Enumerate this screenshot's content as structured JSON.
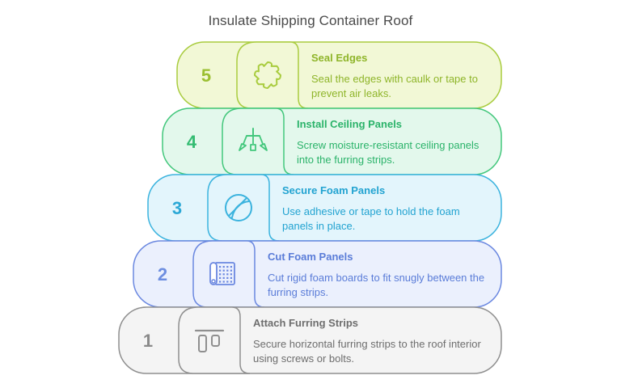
{
  "title": "Insulate Shipping Container Roof",
  "steps": [
    {
      "number": "1",
      "heading": "Attach Furring Strips",
      "desc": "Secure horizontal furring strips to the roof interior using screws or bolts.",
      "icon": "furring-strips-icon",
      "colors": {
        "fill": "#f4f4f4",
        "stroke": "#8f8f8f",
        "text": "#6e6e6e",
        "num": "#8a8a8a"
      }
    },
    {
      "number": "2",
      "heading": "Cut Foam Panels",
      "desc": "Cut rigid foam boards to fit snugly between the furring strips.",
      "icon": "foam-roll-icon",
      "colors": {
        "fill": "#ebf0fd",
        "stroke": "#6b88e0",
        "text": "#5a7cd8",
        "num": "#6e8ee0"
      }
    },
    {
      "number": "3",
      "heading": "Secure Foam Panels",
      "desc": "Use adhesive or tape to hold the foam panels in place.",
      "icon": "adhesive-tape-icon",
      "colors": {
        "fill": "#e3f5fc",
        "stroke": "#3bb3de",
        "text": "#22a3d1",
        "num": "#2ca8d6"
      }
    },
    {
      "number": "4",
      "heading": "Install Ceiling Panels",
      "desc": "Screw moisture-resistant ceiling panels into the furring strips.",
      "icon": "ceiling-light-icon",
      "colors": {
        "fill": "#e3f8ec",
        "stroke": "#43c77c",
        "text": "#2bb36a",
        "num": "#34bc72"
      }
    },
    {
      "number": "5",
      "heading": "Seal Edges",
      "desc": "Seal the edges with caulk or tape to prevent air leaks.",
      "icon": "seal-badge-icon",
      "colors": {
        "fill": "#f2f8d6",
        "stroke": "#a9cc3f",
        "text": "#8fb52a",
        "num": "#9bbf31"
      }
    }
  ]
}
